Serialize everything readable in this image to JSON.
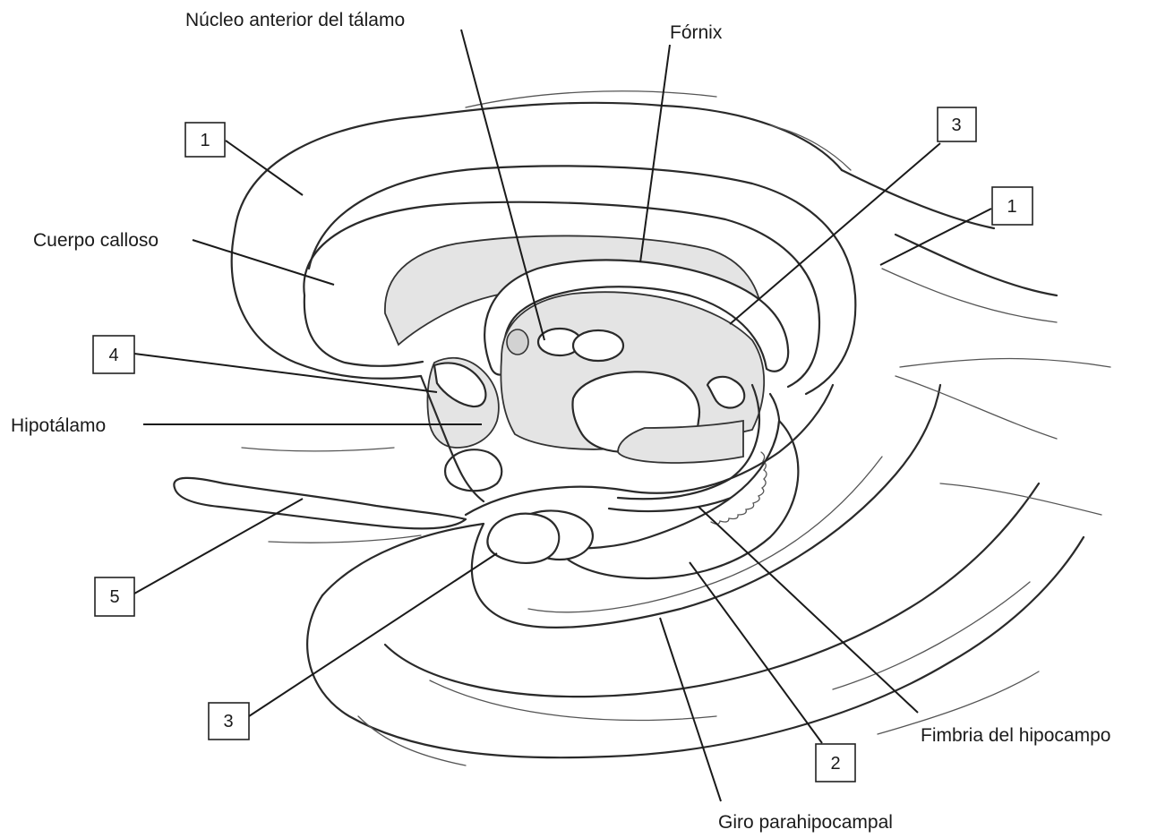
{
  "labels": {
    "nucleo_anterior": "Núcleo anterior del tálamo",
    "fornix": "Fórnix",
    "cuerpo_calloso": "Cuerpo calloso",
    "hipotalamo": "Hipotálamo",
    "fimbria": "Fimbria del hipocampo",
    "giro_parahipocampal": "Giro parahipocampal"
  },
  "numbers": {
    "box_1_left": "1",
    "box_1_right": "1",
    "box_2": "2",
    "box_3_top": "3",
    "box_3_bottom": "3",
    "box_4": "4",
    "box_5": "5"
  }
}
